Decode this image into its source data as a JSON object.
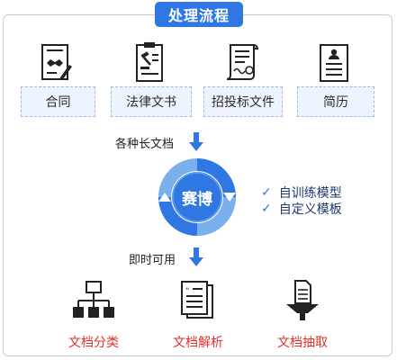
{
  "header": {
    "title": "处理流程"
  },
  "inputs": [
    {
      "label": "合同",
      "icon": "contract-handshake-icon"
    },
    {
      "label": "法律文书",
      "icon": "legal-document-gavel-icon"
    },
    {
      "label": "招投标文件",
      "icon": "tender-scroll-icon"
    },
    {
      "label": "简历",
      "icon": "resume-icon"
    }
  ],
  "flow": {
    "input_caption": "各种长文档",
    "center_label": "赛博",
    "output_caption": "即时可用"
  },
  "features": [
    {
      "check": "✓",
      "label": "自训练模型"
    },
    {
      "check": "✓",
      "label": "自定义模板"
    }
  ],
  "outputs": [
    {
      "label": "文档分类",
      "icon": "hierarchy-tree-icon"
    },
    {
      "label": "文档解析",
      "icon": "document-parse-icon"
    },
    {
      "label": "文档抽取",
      "icon": "document-extract-icon"
    }
  ],
  "colors": {
    "accent": "#2f78e3",
    "label_background": "#eef4fd",
    "output_text": "#e0312a"
  }
}
